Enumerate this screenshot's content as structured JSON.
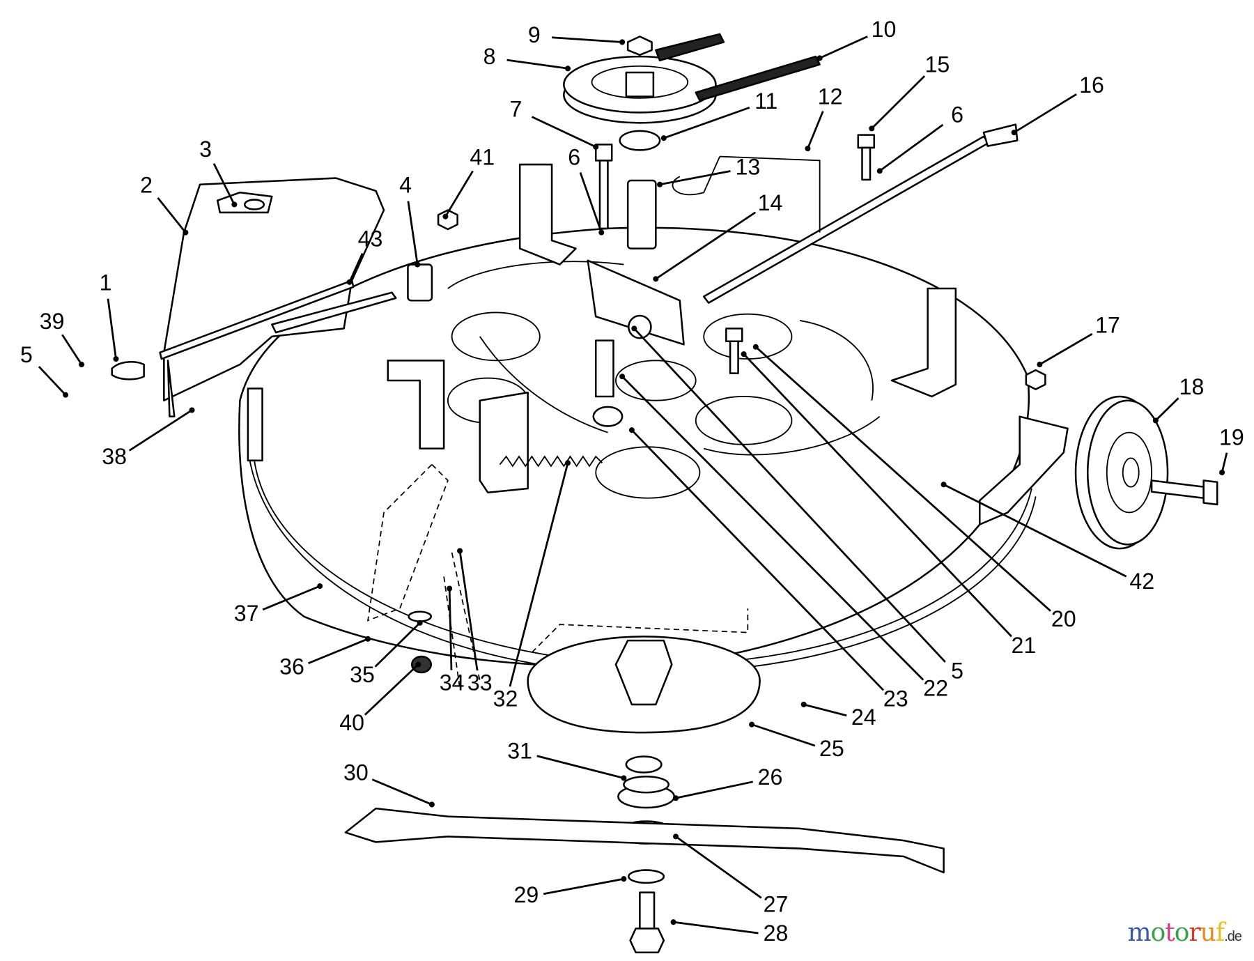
{
  "diagram": {
    "type": "exploded parts diagram",
    "part_numbers": [
      "1",
      "2",
      "3",
      "4",
      "5",
      "39",
      "38",
      "41",
      "43",
      "7",
      "8",
      "9",
      "10",
      "11",
      "12",
      "13",
      "14",
      "6",
      "15",
      "6",
      "16",
      "17",
      "18",
      "19",
      "42",
      "20",
      "21",
      "5",
      "22",
      "23",
      "32",
      "33",
      "34",
      "35",
      "36",
      "37",
      "40",
      "24",
      "25",
      "31",
      "26",
      "30",
      "27",
      "29",
      "28"
    ]
  },
  "watermark": {
    "text": "motoruf",
    "suffix": ".de",
    "colors": [
      "#3a5aa8",
      "#3aa04a",
      "#d63a8a",
      "#3aa04a",
      "#d8382a",
      "#e88a20",
      "#e8c020"
    ]
  }
}
